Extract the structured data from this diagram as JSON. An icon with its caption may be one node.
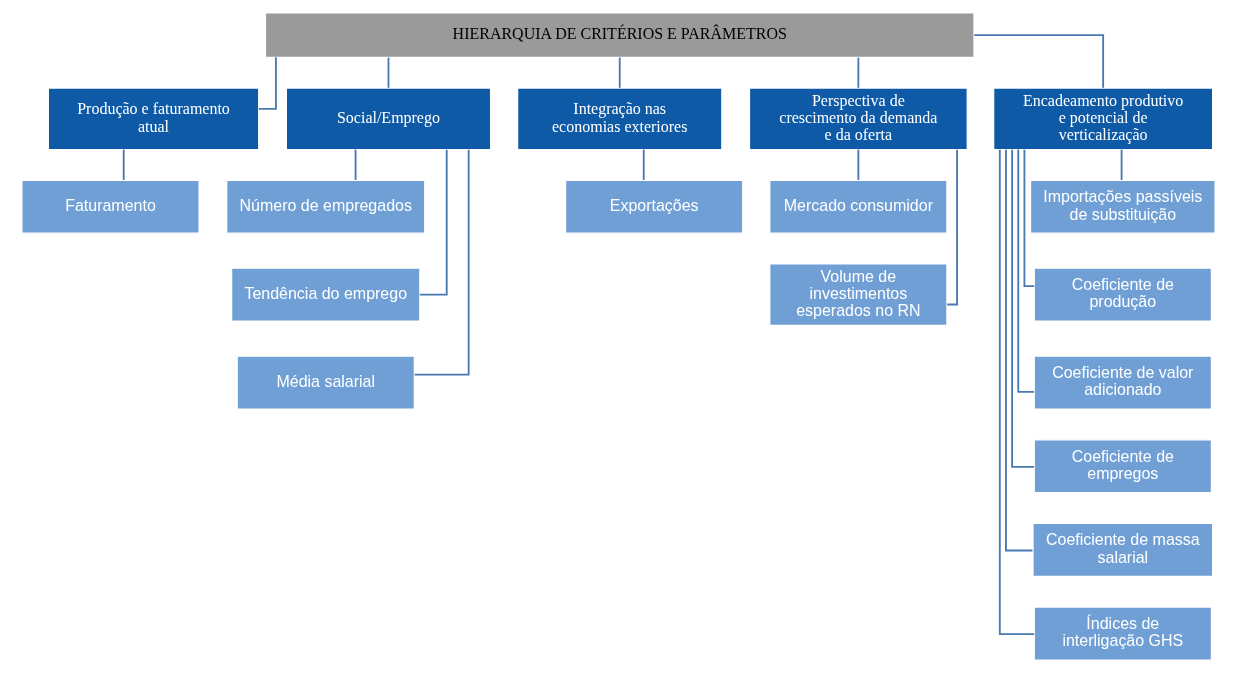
{
  "diagram": {
    "nodes": [
      {
        "text": [
          "HIERARQUIA DE CRITÉRIOS E PARÂMETROS"
        ]
      },
      {
        "text": [
          "Produção e faturamento atual"
        ]
      },
      {
        "text": [
          "Social/Emprego"
        ]
      },
      {
        "text": [
          "Integração nas economias exteriores"
        ]
      },
      {
        "text": [
          "Perspectiva de crescimento da demanda e da oferta"
        ]
      },
      {
        "text": [
          "Encadeamento produtivo e potencial de verticalização"
        ]
      },
      {
        "text": [
          "Faturamento"
        ]
      },
      {
        "text": [
          "Número de empregados"
        ]
      },
      {
        "text": [
          "Tendência do emprego"
        ]
      },
      {
        "text": [
          "Média salarial"
        ]
      },
      {
        "text": [
          "Exportações"
        ]
      },
      {
        "text": [
          "Mercado consumidor"
        ]
      },
      {
        "text": [
          "Volume de investimentos esperados no RN"
        ]
      },
      {
        "text": [
          "Importações passíveis de substituição"
        ]
      },
      {
        "text": [
          "Coeficiente de produção"
        ]
      },
      {
        "text": [
          "Coeficiente de valor adicionado"
        ]
      },
      {
        "text": [
          "Coeficiente de empregos"
        ]
      },
      {
        "text": [
          "Coeficiente de massa salarial"
        ]
      },
      {
        "text": [
          "Índices de interligação GHS"
        ]
      }
    ],
    "edges": [
      {
        "from": 0,
        "to": 1,
        "arrow": "none"
      },
      {
        "from": 0,
        "to": 2,
        "arrow": "none"
      },
      {
        "from": 0,
        "to": 3,
        "arrow": "none"
      },
      {
        "from": 0,
        "to": 4,
        "arrow": "none"
      },
      {
        "from": 0,
        "to": 5,
        "arrow": "none"
      },
      {
        "from": 1,
        "to": 6,
        "arrow": "none"
      },
      {
        "from": 2,
        "to": 7,
        "arrow": "none"
      },
      {
        "from": 2,
        "to": 8,
        "arrow": "none"
      },
      {
        "from": 2,
        "to": 9,
        "arrow": "none"
      },
      {
        "from": 3,
        "to": 10,
        "arrow": "none"
      },
      {
        "from": 4,
        "to": 11,
        "arrow": "none"
      },
      {
        "from": 4,
        "to": 12,
        "arrow": "none"
      },
      {
        "from": 5,
        "to": 13,
        "arrow": "none"
      },
      {
        "from": 5,
        "to": 14,
        "arrow": "none"
      },
      {
        "from": 5,
        "to": 15,
        "arrow": "none"
      },
      {
        "from": 5,
        "to": 16,
        "arrow": "none"
      },
      {
        "from": 5,
        "to": 17,
        "arrow": "none"
      },
      {
        "from": 5,
        "to": 18,
        "arrow": "none"
      }
    ]
  }
}
